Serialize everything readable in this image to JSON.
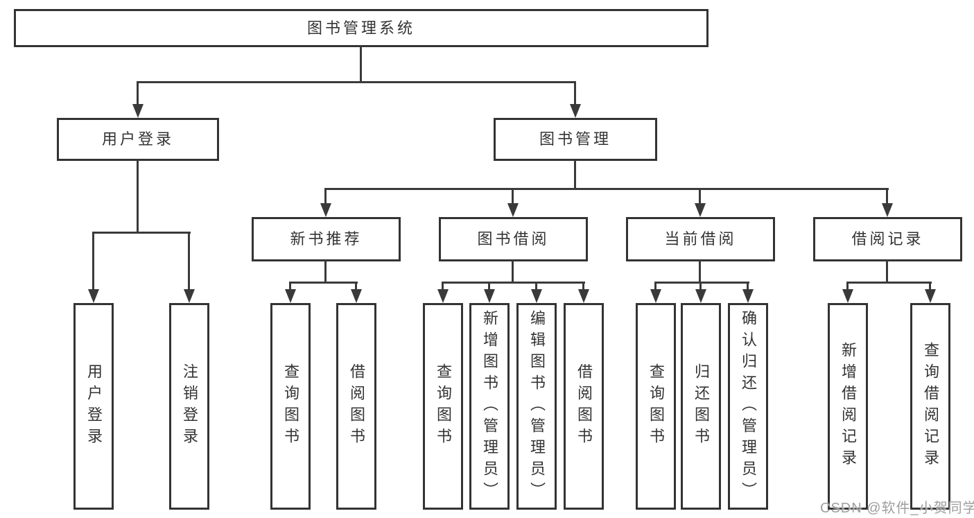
{
  "diagram_type": "function-structure-tree",
  "tree": {
    "label": "图书管理系统",
    "children": [
      {
        "label": "用户登录",
        "children": [
          {
            "label": "用户登录"
          },
          {
            "label": "注销登录"
          }
        ]
      },
      {
        "label": "图书管理",
        "children": [
          {
            "label": "新书推荐",
            "children": [
              {
                "label": "查询图书"
              },
              {
                "label": "借阅图书"
              }
            ]
          },
          {
            "label": "图书借阅",
            "children": [
              {
                "label": "查询图书"
              },
              {
                "label": "新增图书（管理员）"
              },
              {
                "label": "编辑图书（管理员）"
              },
              {
                "label": "借阅图书"
              }
            ]
          },
          {
            "label": "当前借阅",
            "children": [
              {
                "label": "查询图书"
              },
              {
                "label": "归还图书"
              },
              {
                "label": "确认归还（管理员）"
              }
            ]
          },
          {
            "label": "借阅记录",
            "children": [
              {
                "label": "新增借阅记录"
              },
              {
                "label": "查询借阅记录"
              }
            ]
          }
        ]
      }
    ]
  },
  "watermark": {
    "text": "CSDN @软件_小贺同学"
  },
  "colors": {
    "line": "#3a3a3a",
    "border": "#333333",
    "text": "#333333",
    "watermark": "#9e9e9e",
    "background": "#ffffff"
  }
}
